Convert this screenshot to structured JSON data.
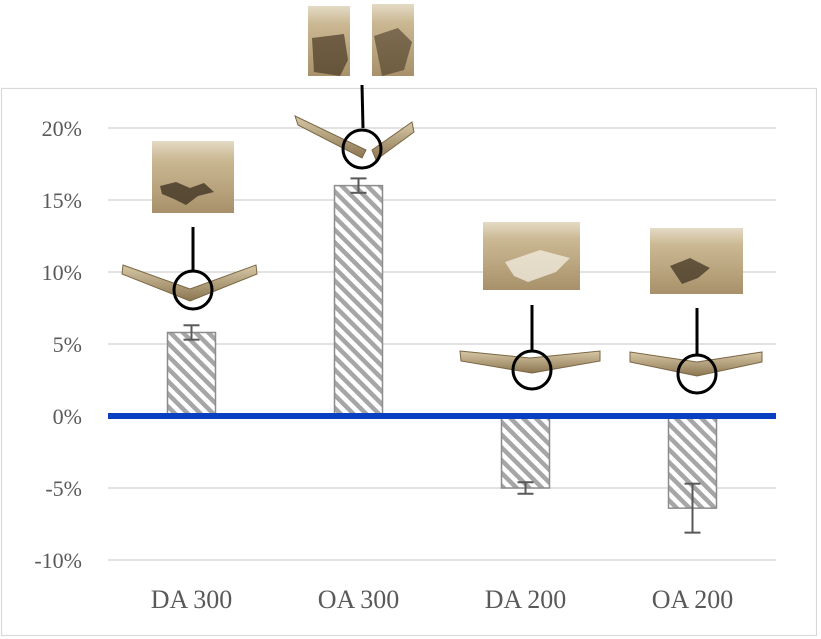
{
  "chart_data": {
    "type": "bar",
    "title": "",
    "xlabel": "",
    "ylabel": "",
    "categories": [
      "DA 300",
      "OA 300",
      "DA 200",
      "OA 200"
    ],
    "values": [
      5.8,
      16.0,
      -5.0,
      -6.4
    ],
    "error": [
      0.5,
      0.5,
      0.4,
      1.7
    ],
    "ylim": [
      -10,
      20
    ],
    "yticks": [
      -10,
      -5,
      0,
      5,
      10,
      15,
      20
    ],
    "ytick_labels": [
      "-10%",
      "-5%",
      "0%",
      "5%",
      "10%",
      "15%",
      "20%"
    ],
    "grid": true,
    "zero_line_color": "#0a3fc2",
    "bar_pattern": "diagonal-hatch",
    "bar_colors": {
      "stroke": "#8c8c8c",
      "hatch": "#a6a6a6",
      "fill": "#ffffff"
    },
    "grid_color": "#d9d9d9",
    "error_bar_color": "#595959",
    "specimen_photo_colors": {
      "surface": "#c2b08a",
      "edge": "#8e7a55",
      "crack": "#3a2e1e"
    }
  }
}
